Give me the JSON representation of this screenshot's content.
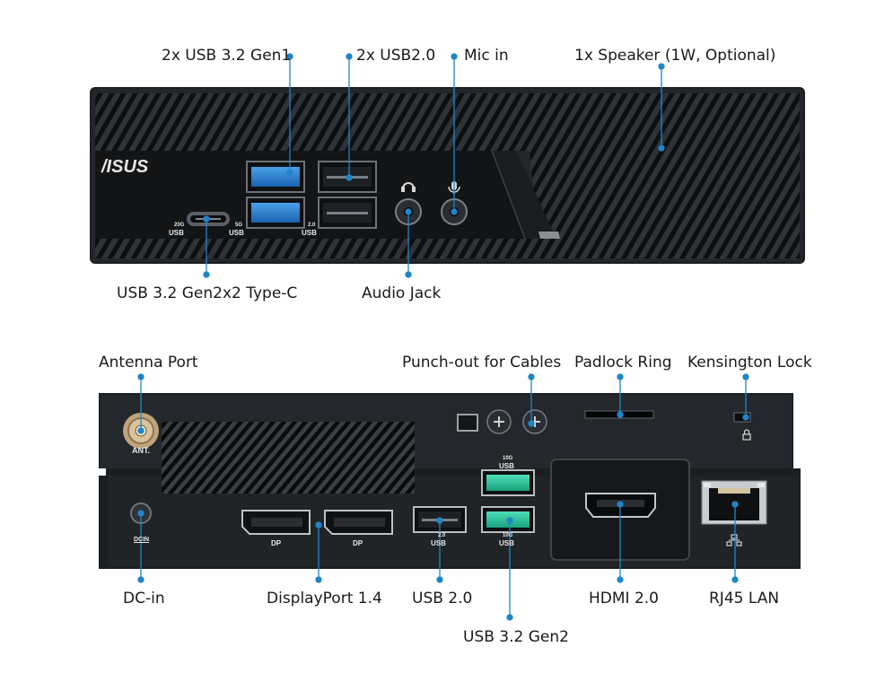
{
  "accent_color": "#1e86c8",
  "front": {
    "brand": "/ISUS",
    "callouts": {
      "usb32_gen1": "2x USB 3.2 Gen1",
      "usb20": "2x USB2.0",
      "mic_in": "Mic in",
      "speaker": "1x Speaker (1W, Optional)",
      "usb_c": "USB 3.2 Gen2x2 Type-C",
      "audio_jack": "Audio Jack"
    },
    "port_marks": {
      "typec_speed": "20G",
      "typec_usb": "USB",
      "gen1_speed": "5G",
      "gen1_usb": "USB",
      "usb2_ver": "2.0",
      "usb2_usb": "USB"
    }
  },
  "rear": {
    "callouts": {
      "antenna": "Antenna Port",
      "punch_out": "Punch-out for Cables",
      "padlock": "Padlock Ring",
      "kensington": "Kensington Lock",
      "dc_in": "DC-in",
      "displayport": "DisplayPort 1.4",
      "usb20": "USB 2.0",
      "usb32_gen2": "USB 3.2 Gen2",
      "hdmi": "HDMI 2.0",
      "rj45": "RJ45 LAN"
    },
    "port_marks": {
      "ant": "ANT.",
      "dcin": "DCIN",
      "dp1": "DP",
      "dp2": "DP",
      "usb2_ver": "2.0",
      "usb2_usb": "USB",
      "gen2_top_speed": "10G",
      "gen2_top_usb": "USB",
      "gen2_bot_speed": "10G",
      "gen2_bot_usb": "USB"
    }
  }
}
